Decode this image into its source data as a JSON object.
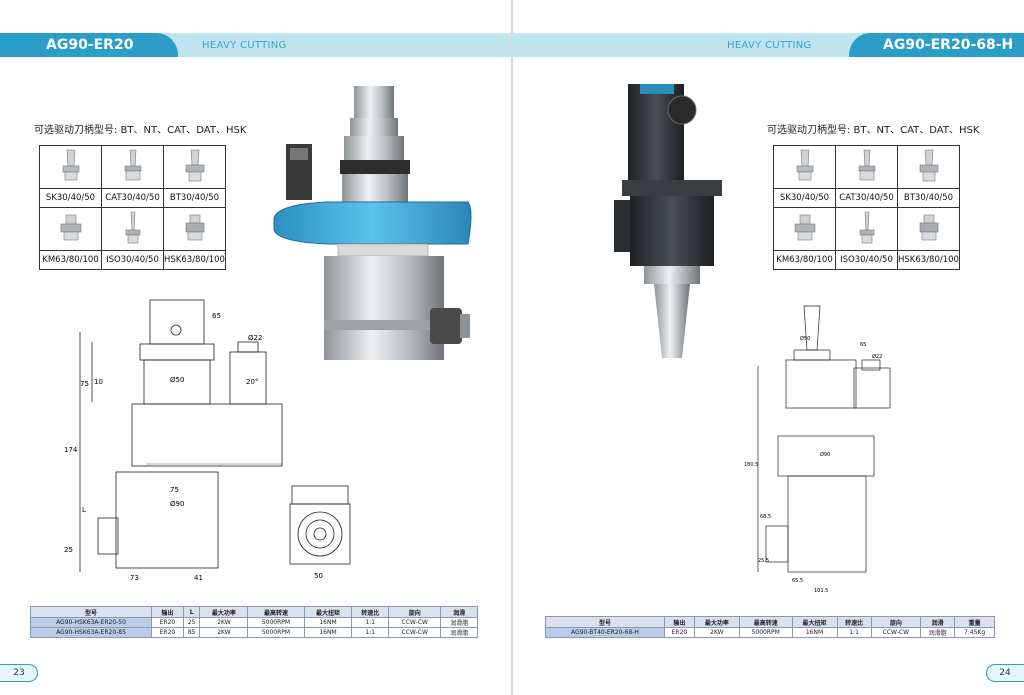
{
  "left": {
    "title": "AG90-ER20",
    "subtitle": "HEAVY CUTTING",
    "options_label": "可选驱动刀柄型号: BT、NT、CAT、DAT、HSK",
    "holders": [
      {
        "label": "SK30/40/50",
        "icon": "sk-holder-icon"
      },
      {
        "label": "CAT30/40/50",
        "icon": "cat-holder-icon"
      },
      {
        "label": "BT30/40/50",
        "icon": "bt-holder-icon"
      },
      {
        "label": "KM63/80/100",
        "icon": "km-holder-icon"
      },
      {
        "label": "ISO30/40/50",
        "icon": "iso-holder-icon"
      },
      {
        "label": "HSK63/80/100",
        "icon": "hsk-holder-icon"
      }
    ],
    "dims": {
      "d65": "65",
      "d22": "Ø22",
      "d75": "75",
      "d10": "10",
      "d50": "Ø50",
      "d20": "20°",
      "d174": "174",
      "d75b": "75",
      "d90": "Ø90",
      "dL": "L",
      "d25": "25",
      "d73": "73",
      "d41": "41",
      "d50b": "50"
    },
    "table": {
      "headers": [
        "型号",
        "输出",
        "L",
        "最大功率",
        "最高转速",
        "最大扭矩",
        "转速比",
        "旋向",
        "润滑"
      ],
      "rows": [
        [
          "AG90-HSK63A-ER20-50",
          "ER20",
          "25",
          "2KW",
          "5000RPM",
          "16NM",
          "1:1",
          "CCW-CW",
          "润滑脂"
        ],
        [
          "AG90-HSK63A-ER20-85",
          "ER20",
          "85",
          "2KW",
          "5000RPM",
          "16NM",
          "1:1",
          "CCW-CW",
          "润滑脂"
        ]
      ]
    },
    "page_number": "23"
  },
  "right": {
    "title": "AG90-ER20-68-H",
    "subtitle": "HEAVY CUTTING",
    "options_label": "可选驱动刀柄型号: BT、NT、CAT、DAT、HSK",
    "holders": [
      {
        "label": "SK30/40/50",
        "icon": "sk-holder-icon"
      },
      {
        "label": "CAT30/40/50",
        "icon": "cat-holder-icon"
      },
      {
        "label": "BT30/40/50",
        "icon": "bt-holder-icon"
      },
      {
        "label": "KM63/80/100",
        "icon": "km-holder-icon"
      },
      {
        "label": "ISO30/40/50",
        "icon": "iso-holder-icon"
      },
      {
        "label": "HSK63/80/100",
        "icon": "hsk-holder-icon"
      }
    ],
    "dims": {
      "d50": "Ø50",
      "d65": "65",
      "d22": "Ø22",
      "d180": "180.5",
      "d90": "Ø90",
      "d68": "68.5",
      "d25": "25.5",
      "d65b": "65.5",
      "d101": "101.5"
    },
    "table": {
      "headers": [
        "型号",
        "输出",
        "最大功率",
        "最高转速",
        "最大扭矩",
        "转速比",
        "旋向",
        "润滑",
        "重量"
      ],
      "rows": [
        [
          "AG90-BT40-ER20-68-H",
          "ER20",
          "2KW",
          "5000RPM",
          "16NM",
          "1:1",
          "CCW-CW",
          "润滑脂",
          "7.45Kg"
        ]
      ]
    },
    "page_number": "24"
  },
  "colors": {
    "accent": "#2a9ec9",
    "band": "#bfe4ee",
    "table_header": "#d9e1ee",
    "model_cell": "#b9cde8",
    "housing_blue": "#3aa8d8"
  }
}
